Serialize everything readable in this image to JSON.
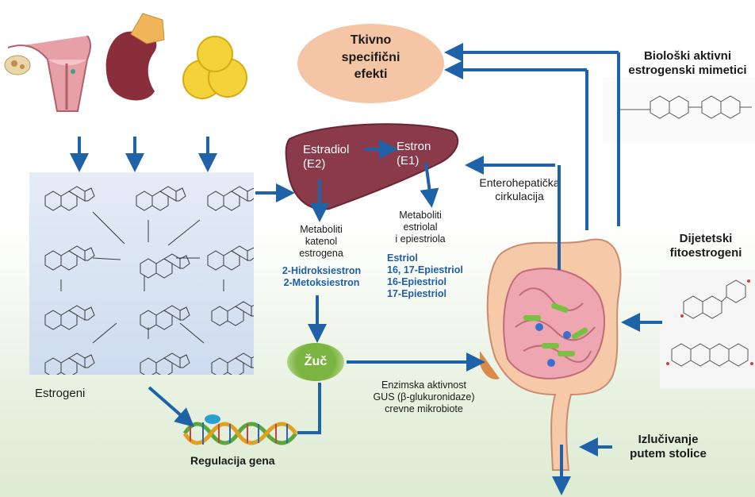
{
  "organs": {
    "left": [
      "uterus-ovary-icon",
      "kidney-adrenal-icon",
      "fat-cells-icon"
    ]
  },
  "estrogens": {
    "label": "Estrogeni"
  },
  "liver": {
    "estradiol": "Estradiol",
    "e2": "(E2)",
    "estron": "Estron",
    "e1": "(E1)"
  },
  "catechol": {
    "line1": "Metaboliti",
    "line2": "katenol",
    "line3": "estrogena",
    "item1": "2-Hidroksiestron",
    "item2": "2-Metoksiestron"
  },
  "estriol": {
    "line1": "Metaboliti",
    "line2": "estriolal",
    "line3": "i epiestriola",
    "items": [
      "Estriol",
      "16, 17-Epiestriol",
      "16-Epiestriol",
      "17-Epiestriol"
    ]
  },
  "tissue": {
    "line1": "Tkivno",
    "line2": "specifični",
    "line3": "efekti"
  },
  "mimetics": {
    "line1": "Biološki aktivni",
    "line2": "estrogenski mimetici"
  },
  "enterohepatic": {
    "line1": "Enterohepatička",
    "line2": "cirkulacija"
  },
  "diet": {
    "line1": "Dijetetski",
    "line2": "fitoestrogeni"
  },
  "bile": {
    "label": "Žuč"
  },
  "enzyme": {
    "line1": "Enzimska aktivnost",
    "line2": "GUS (β-glukuronidaze)",
    "line3": "crevne mikrobiote"
  },
  "gene": {
    "label": "Regulacija gena"
  },
  "excretion": {
    "line1": "Izlučivanje",
    "line2": "putem stolice"
  },
  "colors": {
    "arrow": "#1f62a8",
    "liver": "#8b3a4a",
    "tissue_oval": "#f5c6a5",
    "bile": "#6fa63a",
    "intestine": "#f1b4b4"
  }
}
